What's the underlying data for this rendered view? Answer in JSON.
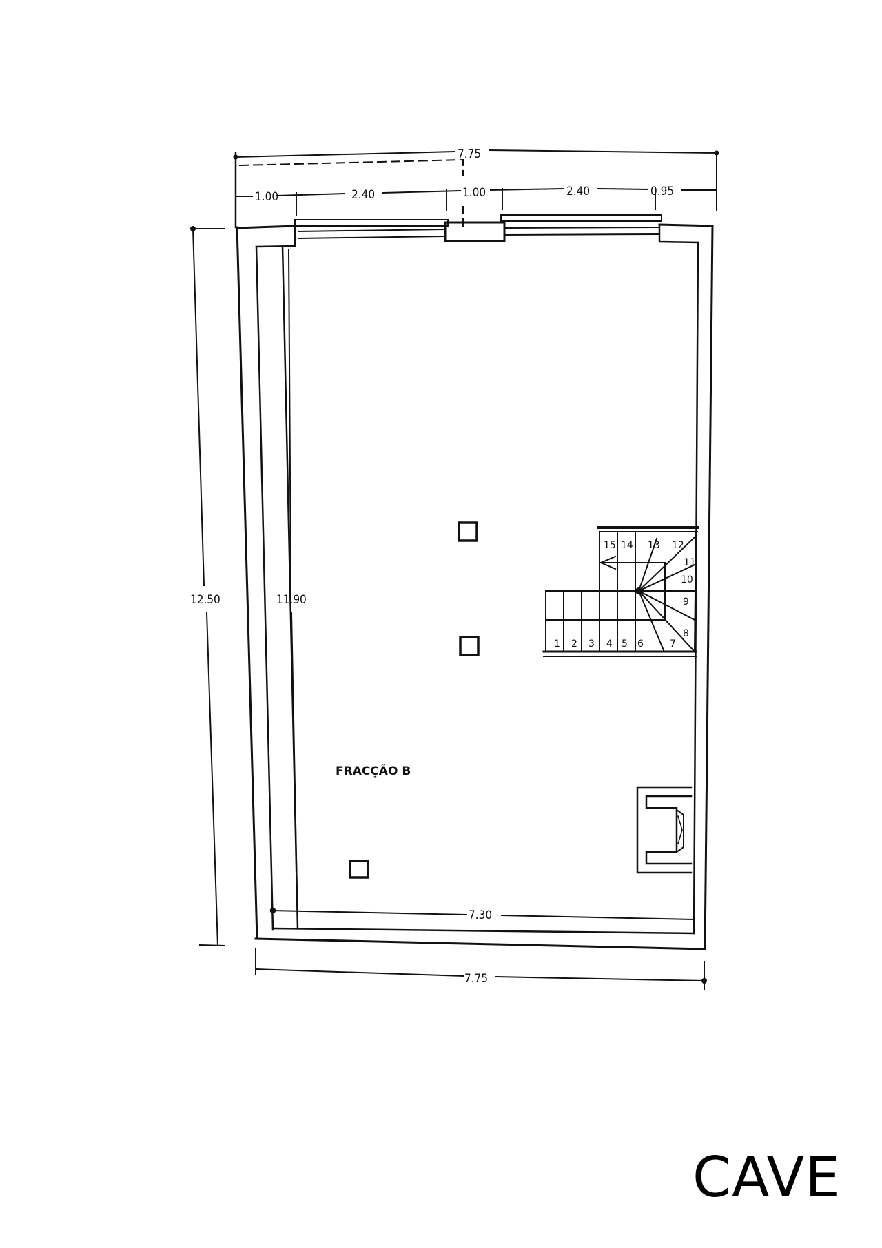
{
  "title": "CAVE",
  "room_label": "FRACÇÃO B",
  "dimensions": {
    "top_overall": "7.75",
    "top_segments": [
      "1.00",
      "2.40",
      "1.00",
      "2.40",
      "0.95"
    ],
    "left_outer": "12.50",
    "left_inner": "11.90",
    "bottom_inner": "7.30",
    "bottom_overall": "7.75"
  },
  "stairs": {
    "step_count": 15,
    "steps": [
      "1",
      "2",
      "3",
      "4",
      "5",
      "6",
      "7",
      "8",
      "9",
      "10",
      "11",
      "12",
      "13",
      "14",
      "15"
    ]
  },
  "colors": {
    "ink": "#111111",
    "paper": "#ffffff"
  }
}
